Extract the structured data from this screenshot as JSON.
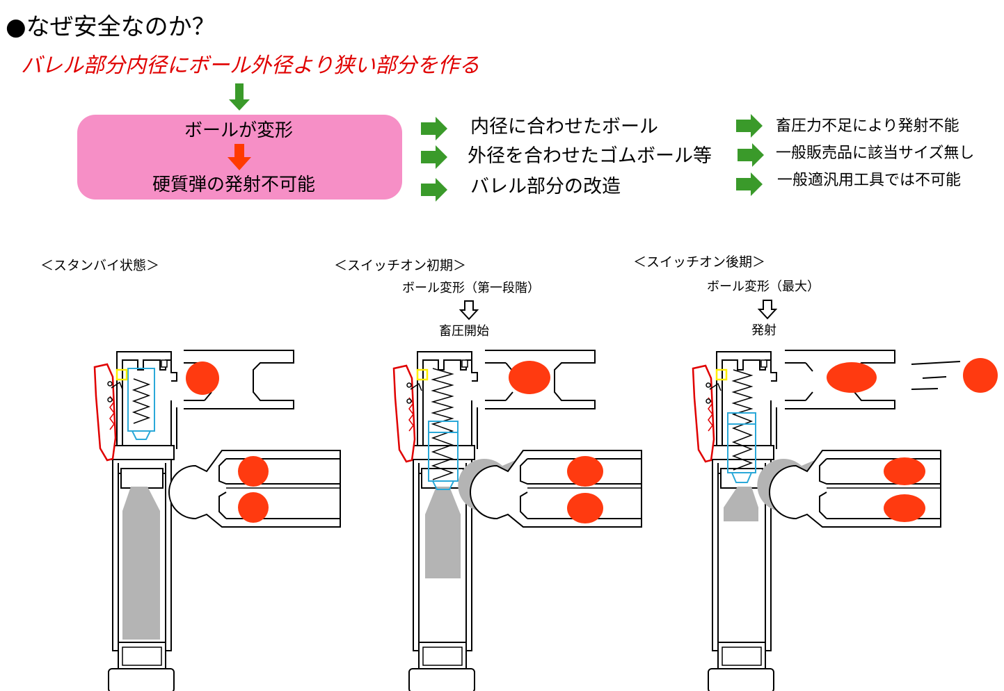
{
  "title": "●なぜ安全なのか？",
  "subtitle": "バレル部分内径にボール外径より狭い部分を作る",
  "box": {
    "line1": "ボールが変形",
    "line2": "硬質弾の発射不可能"
  },
  "outcomes": [
    {
      "cause": "内径に合わせたボール",
      "reason": "畜圧力不足により発射不能"
    },
    {
      "cause": "外径を合わせたゴムボール等",
      "reason": "一般販売品に該当サイズ無し"
    },
    {
      "cause": "バレル部分の改造",
      "reason": "一般適汎用工具では不可能"
    }
  ],
  "stages": [
    {
      "heading": "＜スタンバイ状態＞",
      "caption": "",
      "result": ""
    },
    {
      "heading": "＜スイッチオン初期＞",
      "caption": "ボール変形（第一段階）",
      "result": "畜圧開始"
    },
    {
      "heading": "＜スイッチオン後期＞",
      "caption": "ボール変形（最大）",
      "result": "発射"
    }
  ],
  "colors": {
    "arrow_green": "#3a9a2a",
    "arrow_red": "#ff3a00",
    "box_pink": "#f68fc6",
    "ball": "#ff3a10",
    "trigger": "#e00000",
    "spring_housing": "#2aa8d8",
    "latch": "#ffee00",
    "air": "#b4b4b4",
    "title_red": "#e00000"
  }
}
